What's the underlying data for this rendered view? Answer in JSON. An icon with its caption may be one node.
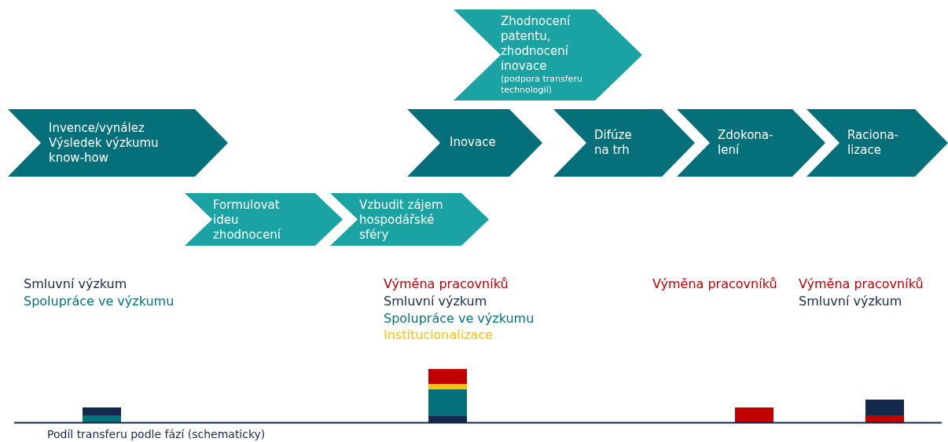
{
  "diagram": {
    "caption": "Podíl transferu podle fází (schematicky)",
    "nodes": [
      {
        "text": [
          "Zhodnocení patentu, zhodnocení inovace",
          "(podpora transferu technologií)"
        ]
      },
      {
        "text": [
          "Invence/vynález",
          "Výsledek výzkumu",
          "know-how"
        ]
      },
      {
        "text": [
          "Inovace"
        ]
      },
      {
        "text": [
          "Difúze na trh"
        ]
      },
      {
        "text": [
          "Zdokona- lení"
        ]
      },
      {
        "text": [
          "Raciona- lizace"
        ]
      },
      {
        "text": [
          "Formulovat ideu zhodnocení"
        ]
      },
      {
        "text": [
          "Vzbudit zájem hospodářské sféry"
        ]
      }
    ],
    "labels": [
      "Smluvní výzkum",
      "Spolupráce ve výzkumu",
      "Výměna pracovníků",
      "Smluvní výzkum",
      "Spolupráce ve výzkumu",
      "Institucionalizace",
      "Výměna pracovníků",
      "Výměna pracovníků",
      "Smluvní výzkum"
    ]
  }
}
